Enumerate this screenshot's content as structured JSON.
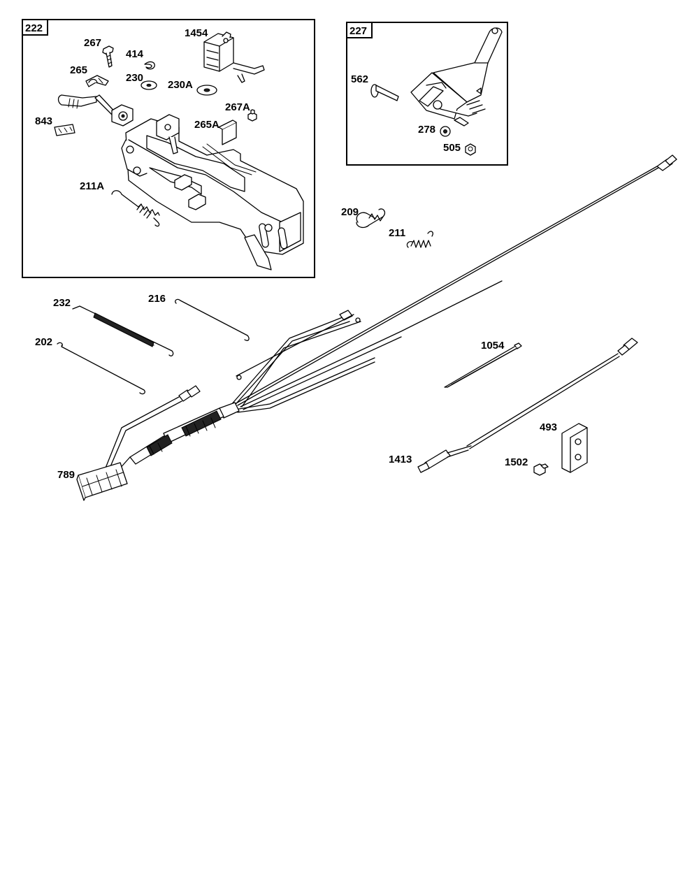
{
  "groups": [
    {
      "id": "222",
      "label": "222"
    },
    {
      "id": "227",
      "label": "227"
    }
  ],
  "callouts": {
    "p267": "267",
    "p414": "414",
    "p1454": "1454",
    "p265": "265",
    "p230": "230",
    "p230A": "230A",
    "p267A": "267A",
    "p843": "843",
    "p265A": "265A",
    "p211A": "211A",
    "p562": "562",
    "p278": "278",
    "p505": "505",
    "p209": "209",
    "p211": "211",
    "p232": "232",
    "p216": "216",
    "p202": "202",
    "p1054": "1054",
    "p493": "493",
    "p1413": "1413",
    "p1502": "1502",
    "p789": "789"
  }
}
